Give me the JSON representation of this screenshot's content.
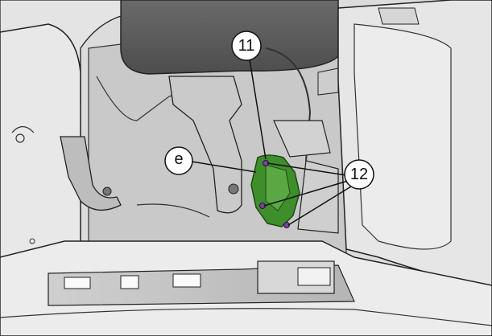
{
  "callouts": {
    "component_11": "11",
    "component_12": "12",
    "component_e": "e"
  },
  "colors": {
    "highlight_part": "#3f8e2c",
    "fastener_marker": "#7b3fa0",
    "line_art": "#222222",
    "panel_fill": "#e9e9e9"
  }
}
